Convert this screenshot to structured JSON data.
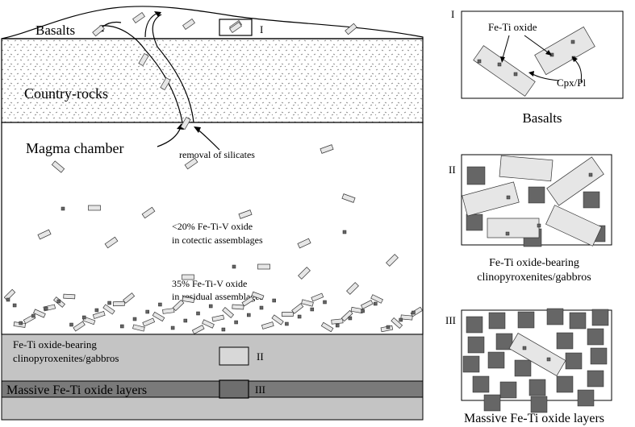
{
  "main": {
    "basalts": "Basalts",
    "country_rocks": "Country-rocks",
    "magma_chamber": "Magma chamber",
    "removal": "removal of silicates",
    "cotectic_1": "<20% Fe-Ti-V oxide",
    "cotectic_2": "in cotectic assemblages",
    "residual_1": "35% Fe-Ti-V oxide",
    "residual_2": "in residual assemblages",
    "gabbro_1": "Fe-Ti oxide-bearing",
    "gabbro_2": "clinopyroxenites/gabbros",
    "massive": "Massive Fe-Ti oxide layers",
    "marker_i": "I",
    "marker_ii": "II",
    "marker_iii": "III"
  },
  "insets": {
    "i": {
      "roman": "I",
      "fe_ti": "Fe-Ti oxide",
      "cpx": "Cpx/Pl",
      "caption": "Basalts"
    },
    "ii": {
      "roman": "II",
      "caption_1": "Fe-Ti oxide-bearing",
      "caption_2": "clinopyroxenites/gabbros"
    },
    "iii": {
      "roman": "III",
      "caption": "Massive Fe-Ti oxide layers"
    }
  },
  "colors": {
    "crystal_fill": "#e6e6e6",
    "oxide_fill": "#666666",
    "gabbro_layer": "#c4c4c4",
    "massive_layer": "#7a7a7a",
    "country_rock_speckle": "#777777"
  }
}
